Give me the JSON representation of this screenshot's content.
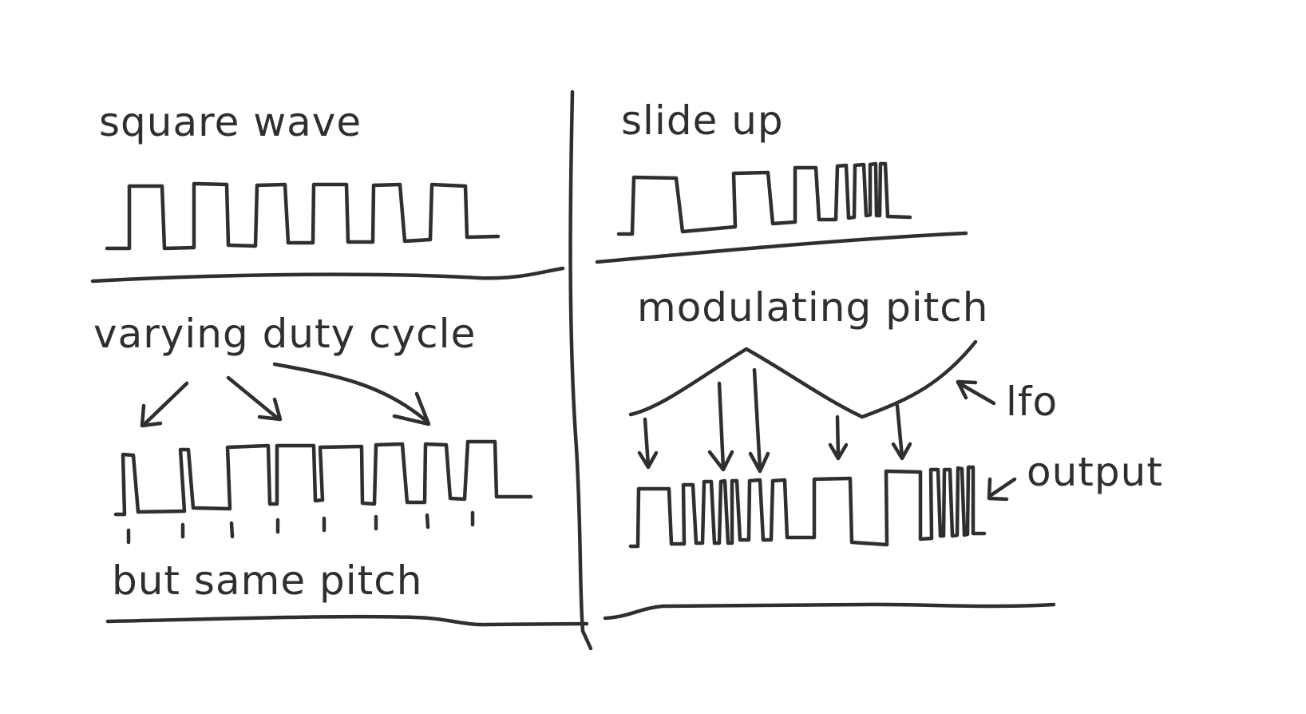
{
  "ink_color": "#2f2f2f",
  "background_color": "#ffffff",
  "panels": {
    "square_wave": {
      "title": "square wave"
    },
    "slide_up": {
      "title": "slide up"
    },
    "duty_cycle": {
      "title": "varying duty cycle",
      "caption": "but same pitch"
    },
    "modulating_pitch": {
      "title": "modulating pitch",
      "lfo_label": "lfo",
      "output_label": "output"
    }
  }
}
